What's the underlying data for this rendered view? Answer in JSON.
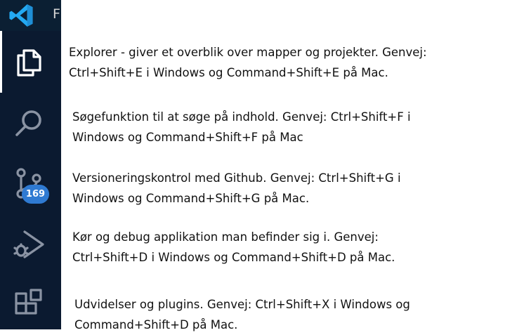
{
  "titlebar": {
    "logo_icon": "vscode-logo-icon",
    "menu_partial": "F"
  },
  "activity_bar": {
    "items": [
      {
        "id": "explorer",
        "icon": "files-icon",
        "active": true
      },
      {
        "id": "search",
        "icon": "search-icon",
        "active": false
      },
      {
        "id": "source-control",
        "icon": "source-control-icon",
        "active": false,
        "badge": "169"
      },
      {
        "id": "run-debug",
        "icon": "run-debug-icon",
        "active": false
      },
      {
        "id": "extensions",
        "icon": "extensions-icon",
        "active": false
      }
    ]
  },
  "descriptions": {
    "explorer": "Explorer - giver et overblik over mapper og projekter. Genvej:\nCtrl+Shift+E i Windows og Command+Shift+E på Mac.",
    "search": "Søgefunktion til at søge på indhold. Genvej: Ctrl+Shift+F i\nWindows og Command+Shift+F på Mac",
    "source_control": "Versioneringskontrol med Github. Genvej: Ctrl+Shift+G i\nWindows og Command+Shift+G på Mac.",
    "run_debug": "Kør og debug applikation man befinder sig i. Genvej:\nCtrl+Shift+D i Windows og Command+Shift+D på Mac.",
    "extensions": "Udvidelser og plugins. Genvej: Ctrl+Shift+X i Windows og\nCommand+Shift+D på Mac."
  },
  "colors": {
    "activity_bar_bg": "#0b1a30",
    "title_bar_bg": "#0b1f33",
    "icon_active": "#ffffff",
    "icon_inactive": "#8a93a3",
    "badge_bg": "#2f7ad2",
    "logo_blue": "#23a9f2"
  }
}
